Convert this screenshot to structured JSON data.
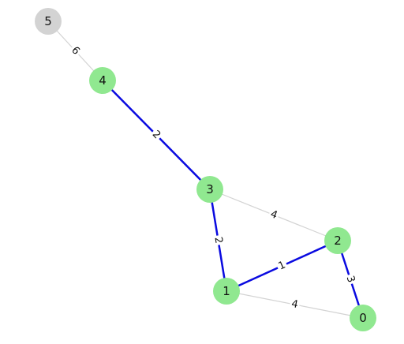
{
  "colors": {
    "active_node": "#90e890",
    "inactive_node": "#d3d3d3",
    "active_edge": "#0a0ae0",
    "inactive_edge": "#d3d3d3",
    "label_bg": "#ffffff"
  },
  "graph": {
    "nodes": [
      {
        "id": "0",
        "label": "0",
        "active": true
      },
      {
        "id": "1",
        "label": "1",
        "active": true
      },
      {
        "id": "2",
        "label": "2",
        "active": true
      },
      {
        "id": "3",
        "label": "3",
        "active": true
      },
      {
        "id": "4",
        "label": "4",
        "active": true
      },
      {
        "id": "5",
        "label": "5",
        "active": false
      }
    ],
    "edges": [
      {
        "source": "5",
        "target": "4",
        "weight": "6",
        "highlighted": false
      },
      {
        "source": "4",
        "target": "3",
        "weight": "2",
        "highlighted": true
      },
      {
        "source": "3",
        "target": "2",
        "weight": "4",
        "highlighted": false
      },
      {
        "source": "3",
        "target": "1",
        "weight": "2",
        "highlighted": true
      },
      {
        "source": "1",
        "target": "2",
        "weight": "1",
        "highlighted": true
      },
      {
        "source": "2",
        "target": "0",
        "weight": "3",
        "highlighted": true
      },
      {
        "source": "1",
        "target": "0",
        "weight": "4",
        "highlighted": false
      }
    ]
  }
}
